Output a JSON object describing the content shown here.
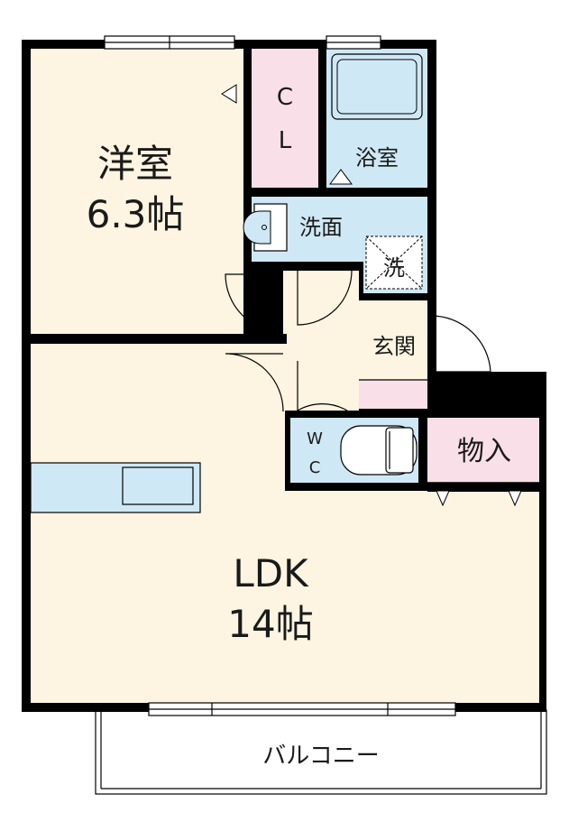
{
  "rooms": {
    "western_room": {
      "name": "洋室",
      "size": "6.3帖"
    },
    "ldk": {
      "name": "LDK",
      "size": "14帖"
    },
    "closet_line1": "C",
    "closet_line2": "L",
    "bathroom": "浴室",
    "washroom": "洗面",
    "washer": "洗",
    "entrance": "玄関",
    "toilet_line1": "W",
    "toilet_line2": "C",
    "storage": "物入",
    "balcony": "バルコニー"
  },
  "colors": {
    "main_floor": "#fdf5e2",
    "wet_area": "#cfe8f5",
    "storage": "#f9dfe8",
    "wall": "#000000"
  }
}
